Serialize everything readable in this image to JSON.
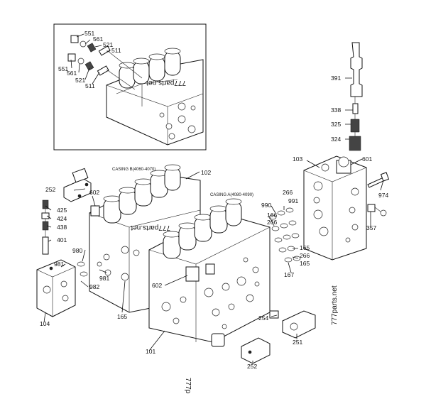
{
  "labels": {
    "p551a": "551",
    "p561a": "561",
    "p521a": "521",
    "p511a": "511",
    "p551b": "551",
    "p561b": "561",
    "p521b": "521",
    "p511b": "511",
    "p391": "391",
    "p338": "338",
    "p325": "325",
    "p324": "324",
    "p103": "103",
    "p601": "601",
    "p974": "974",
    "p357": "357",
    "p102": "102",
    "p252a": "252",
    "p602a": "602",
    "p425": "425",
    "p424": "424",
    "p438": "438",
    "p401": "401",
    "p980": "980",
    "p981a": "981",
    "p981b": "981",
    "p982": "982",
    "p104": "104",
    "p165a": "165",
    "p602b": "602",
    "p101": "101",
    "p252b": "252",
    "p251": "251",
    "p254": "254",
    "p990": "990",
    "p266a": "266",
    "p991": "991",
    "p166": "166",
    "p266b": "266",
    "p165b": "165",
    "p266c": "266",
    "p165c": "165",
    "p167": "167",
    "casingA": "CASING A(4080-4090)",
    "casingB": "CASING B(4060-4070)"
  },
  "watermarks": {
    "w1": "777parts.net",
    "w2": "777parts.net",
    "w3": "777parts.net",
    "w4": "777p"
  }
}
